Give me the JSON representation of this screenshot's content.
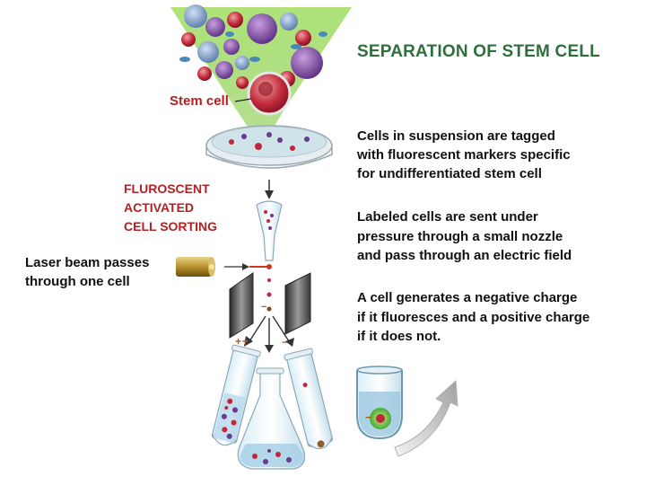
{
  "title": "SEPARATION OF STEM CELL",
  "labels": {
    "stem_cell": "Stem cell",
    "facs": [
      "FLUROSCENT",
      "ACTIVATED",
      "CELL SORTING"
    ],
    "laser": [
      "Laser beam passes",
      "through one cell"
    ]
  },
  "steps": [
    [
      "Cells in suspension are tagged",
      "with fluorescent markers specific",
      "for undifferentiated stem cell"
    ],
    [
      "Labeled cells are sent under",
      "pressure through a small nozzle",
      "and pass through an electric field"
    ],
    [
      "A cell generates a negative charge",
      "if it fluoresces and a positive charge",
      "if it does not."
    ]
  ],
  "charges": {
    "plus": "+",
    "minus": "−"
  },
  "colors": {
    "title": "#2f6f3e",
    "label_red": "#b22222",
    "funnel_green": "#8fd14f",
    "laser": "#c8a030"
  }
}
